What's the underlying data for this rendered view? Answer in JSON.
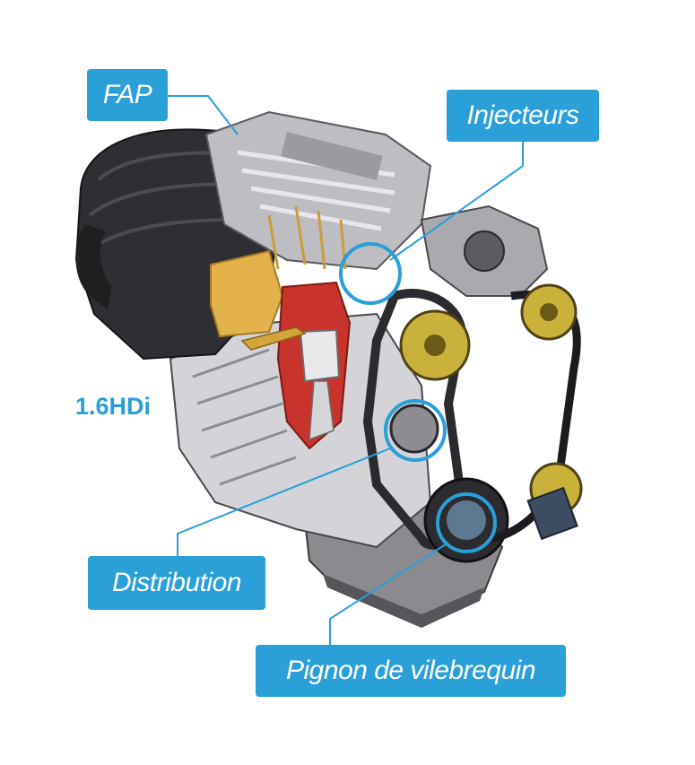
{
  "labels": {
    "fap": "FAP",
    "injecteurs": "Injecteurs",
    "distribution": "Distribution",
    "pignon": "Pignon de vilebrequin"
  },
  "engine_name": "1.6HDi",
  "colors": {
    "accent": "#2a9fd8",
    "callout_line": "#2a9fd8",
    "engine_dark": "#2f2f33",
    "engine_metal": "#c9c9cc",
    "pulley_gold": "#c9b23c",
    "cutaway_red": "#c8332b",
    "manifold_orange": "#e2b24c"
  },
  "icons": {
    "engine": "engine-illustration",
    "highlight": "highlight-ring"
  }
}
